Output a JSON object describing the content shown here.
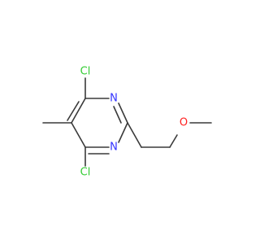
{
  "molecule": {
    "atoms": {
      "cl_top": {
        "label": "Cl",
        "color": "#33cc33"
      },
      "cl_bottom": {
        "label": "Cl",
        "color": "#33cc33"
      },
      "n_top": {
        "label": "N",
        "color": "#3333ff"
      },
      "n_bottom": {
        "label": "N",
        "color": "#3333ff"
      },
      "o": {
        "label": "O",
        "color": "#ff2020"
      }
    },
    "colors": {
      "bond": "#3a3a3a",
      "background": "#ffffff"
    }
  }
}
